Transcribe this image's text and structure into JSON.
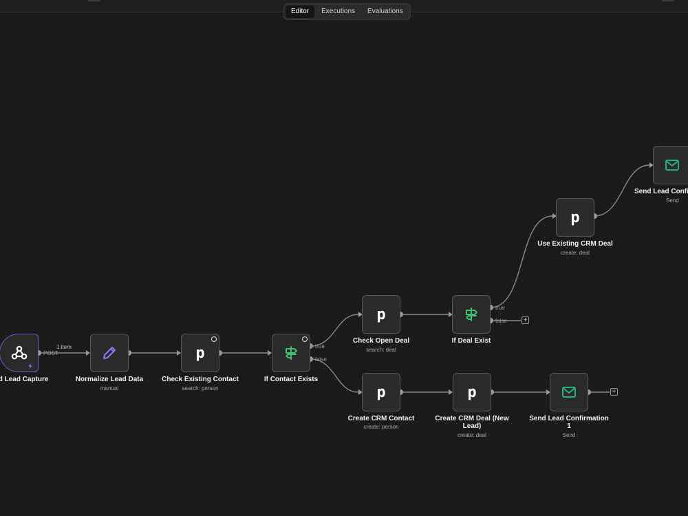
{
  "tabs": [
    {
      "label": "Editor",
      "active": true
    },
    {
      "label": "Executions",
      "active": false
    },
    {
      "label": "Evaluations",
      "active": false
    }
  ],
  "nodes": {
    "lead_capture": {
      "label": "und Lead Capture",
      "icon": "webhook-icon",
      "port": "POST"
    },
    "normalize": {
      "label": "Normalize Lead Data",
      "sub": "manual",
      "icon": "pencil-icon"
    },
    "check_contact": {
      "label": "Check Existing Contact",
      "sub": "search: person",
      "icon": "pipedrive-icon",
      "glyph": "p"
    },
    "if_contact": {
      "label": "If Contact Exists",
      "icon": "signpost-icon",
      "true_label": "true",
      "false_label": "false"
    },
    "check_deal": {
      "label": "Check Open Deal",
      "sub": "search: deal",
      "icon": "pipedrive-icon",
      "glyph": "p"
    },
    "if_deal": {
      "label": "If Deal Exist",
      "icon": "signpost-icon",
      "true_label": "true",
      "false_label": "false"
    },
    "use_deal": {
      "label": "Use Existing CRM Deal",
      "sub": "create: deal",
      "icon": "pipedrive-icon",
      "glyph": "p"
    },
    "send_top": {
      "label": "Send Lead Confirm",
      "sub": "Send",
      "icon": "mail-icon"
    },
    "create_contact": {
      "label": "Create CRM Contact",
      "sub": "create: person",
      "icon": "pipedrive-icon",
      "glyph": "p"
    },
    "create_deal": {
      "label": "Create CRM Deal (New Lead)",
      "sub": "create: deal",
      "icon": "pipedrive-icon",
      "glyph": "p"
    },
    "send_bottom": {
      "label": "Send Lead Confirmation 1",
      "sub": "Send",
      "icon": "mail-icon"
    }
  },
  "edge_items": "1 item",
  "add_symbol": "+",
  "colors": {
    "canvas": "#1a1a1a",
    "node": "#2a2a2a",
    "edge": "#8a8a8a",
    "trigger_border": "#6d5fd2",
    "if_icon": "#3ec26f",
    "mail_icon": "#27b17c",
    "pencil_icon": "#8a7ff0"
  }
}
